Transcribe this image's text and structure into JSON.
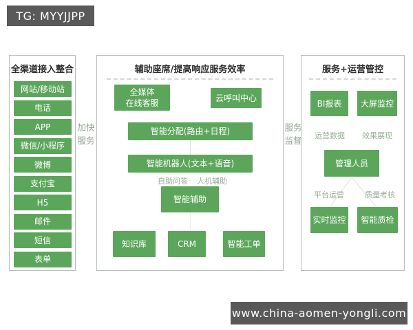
{
  "header_badge": {
    "text": "TG: MYYJJPP"
  },
  "footer_badge": {
    "text": "www.china-aomen-yongli.com"
  },
  "colors": {
    "node_green": "#5ca65b",
    "badge_bg": "#595959",
    "panel_border": "#b7c0b7",
    "small_label_green": "#99b096",
    "flow_label_gray": "#93a293"
  },
  "left_panel": {
    "title": "全渠道接入整合",
    "items": [
      "网站/移动站",
      "电话",
      "APP",
      "微信/小程序",
      "微博",
      "支付宝",
      "H5",
      "邮件",
      "短信",
      "表单"
    ]
  },
  "flow_labels": {
    "left": {
      "line1": "加快",
      "line2": "服务"
    },
    "right": {
      "line1": "服务",
      "line2": "监督"
    }
  },
  "middle_panel": {
    "title": "辅助座席/提高响应服务效率",
    "media_box": {
      "line1": "全媒体",
      "line2": "在线客服"
    },
    "cloud_box": "云呼叫中心",
    "dispatch_box": "智能分配(路由+日程)",
    "robot_box": "智能机器人(文本+语音)",
    "sub_labels": [
      "自助问答",
      "人机辅助"
    ],
    "assist_box": "智能辅助",
    "bottom_boxes": [
      "知识库",
      "CRM",
      "智能工单"
    ]
  },
  "right_panel": {
    "title": "服务+运营管控",
    "row1_boxes": [
      "BI报表",
      "大屏监控"
    ],
    "row1_labels": [
      "运营数据",
      "效果展现"
    ],
    "manager_box": "管理人员",
    "row2_labels": [
      "平台运营",
      "质量考核"
    ],
    "row2_boxes": [
      "实时监控",
      "智能质检"
    ]
  }
}
